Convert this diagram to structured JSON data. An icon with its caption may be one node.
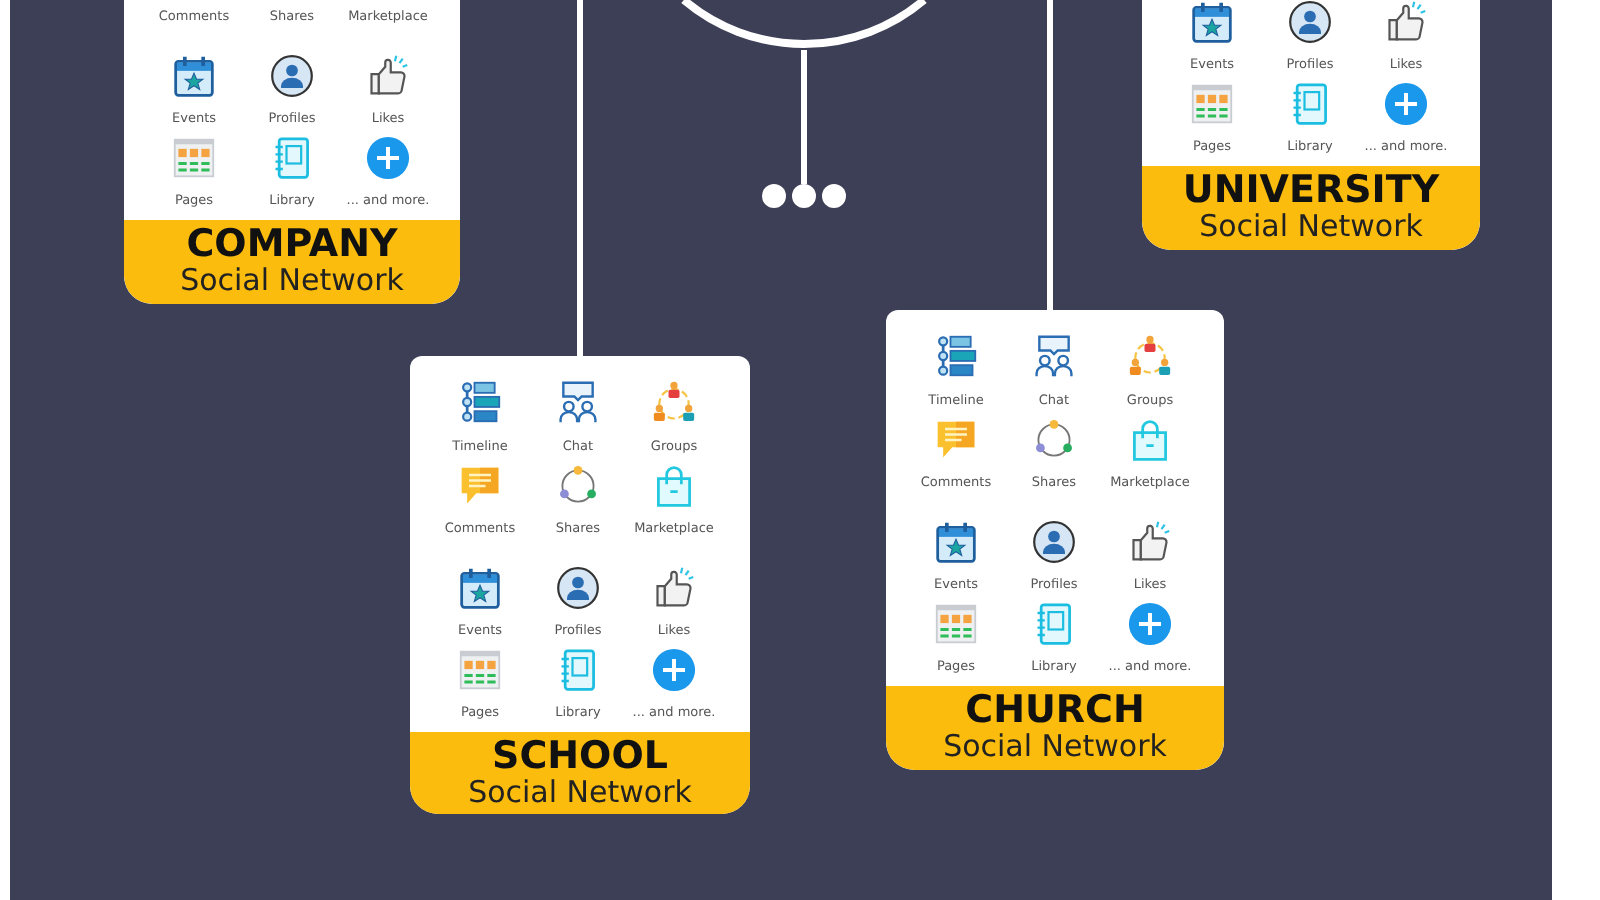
{
  "diagram": {
    "nodes": [
      {
        "text": [
          "Comments",
          "Shares",
          "Marketplace",
          "Events",
          "Profiles",
          "Likes",
          "Pages",
          "Library",
          "... and more."
        ]
      },
      {
        "text": [
          "COMPANY",
          "Social Network"
        ],
        "in": 0
      },
      {
        "text": [],
        "shape": "circle"
      },
      {
        "text": [
          "Events",
          "Profiles",
          "Likes",
          "Pages",
          "Library",
          "... and more."
        ]
      },
      {
        "text": [
          "UNIVERSITY",
          "Social Network"
        ],
        "in": 3
      },
      {
        "text": [],
        "shape": "dots"
      },
      {
        "text": [
          "Timeline",
          "Chat",
          "Groups",
          "Comments",
          "Shares",
          "Marketplace",
          "Events",
          "Profiles",
          "Likes",
          "Pages",
          "Library",
          "... and more."
        ]
      },
      {
        "text": [
          "SCHOOL",
          "Social Network"
        ],
        "in": 6
      },
      {
        "text": [
          "Timeline",
          "Chat",
          "Groups",
          "Comments",
          "Shares",
          "Marketplace",
          "Events",
          "Profiles",
          "Likes",
          "Pages",
          "Library",
          "... and more."
        ]
      },
      {
        "text": [
          "CHURCH",
          "Social Network"
        ],
        "in": 8
      }
    ],
    "edges": [
      {
        "from": 2,
        "to": 5,
        "arrow": "none"
      },
      {
        "from": null,
        "to": 6,
        "arrow": "none"
      },
      {
        "from": null,
        "to": 8,
        "arrow": "none"
      }
    ]
  }
}
